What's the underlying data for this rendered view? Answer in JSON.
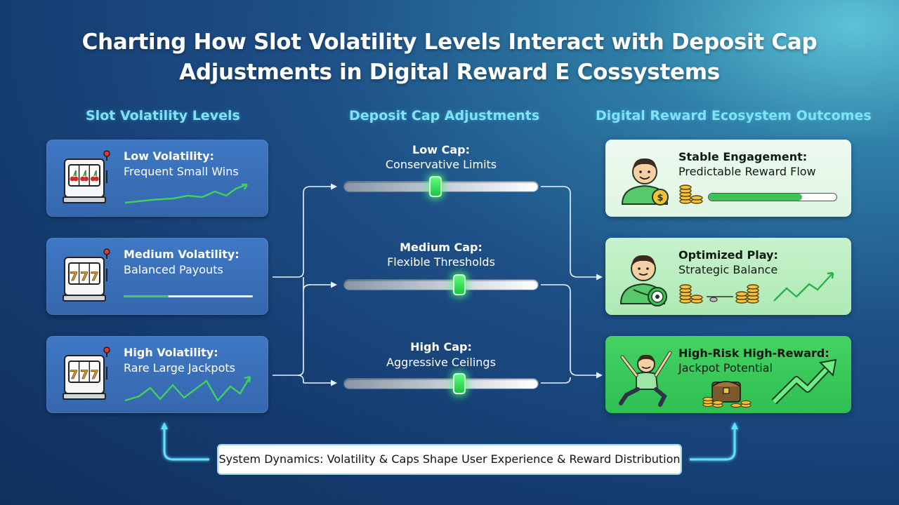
{
  "title": {
    "line1": "Charting How Slot Volatility Levels Interact with Deposit Cap",
    "line2": "Adjustments in Digital Reward E Cossystems"
  },
  "columns": {
    "volatility": "Slot Volatility Levels",
    "caps": "Deposit Cap Adjustments",
    "outcomes": "Digital Reward Ecosystem Outcomes"
  },
  "volatility_levels": [
    {
      "title": "Low Volatility:",
      "subtitle": "Frequent Small Wins",
      "reel_symbol": "cherry"
    },
    {
      "title": "Medium Volatility:",
      "subtitle": "Balanced Payouts",
      "reel_symbol": "7",
      "trend_progress": 0.35
    },
    {
      "title": "High Volatility:",
      "subtitle": "Rare Large Jackpots",
      "reel_symbol": "7"
    }
  ],
  "deposit_caps": [
    {
      "title": "Low Cap:",
      "subtitle": "Conservative Limits",
      "level": 0.47
    },
    {
      "title": "Medium Cap:",
      "subtitle": "Flexible Thresholds",
      "level": 0.6
    },
    {
      "title": "High Cap:",
      "subtitle": "Aggressive Ceilings",
      "level": 0.6
    }
  ],
  "outcomes": [
    {
      "title": "Stable Engagement:",
      "subtitle": "Predictable Reward Flow",
      "progress": 0.73,
      "icon": "user-coin-icon"
    },
    {
      "title": "Optimized Play:",
      "subtitle": "Strategic Balance",
      "icon": "user-chip-icon"
    },
    {
      "title": "High-Risk High-Reward:",
      "subtitle": "Jackpot Potential",
      "icon": "jumping-user-icon"
    }
  ],
  "footer": "System Dynamics: Volatility & Caps Shape User Experience & Reward Distribution",
  "colors": {
    "accent_cyan": "#7fe3f5",
    "arrow": "#5fe0ff",
    "green": "#2fbf52",
    "knob": "#3ee05f"
  }
}
